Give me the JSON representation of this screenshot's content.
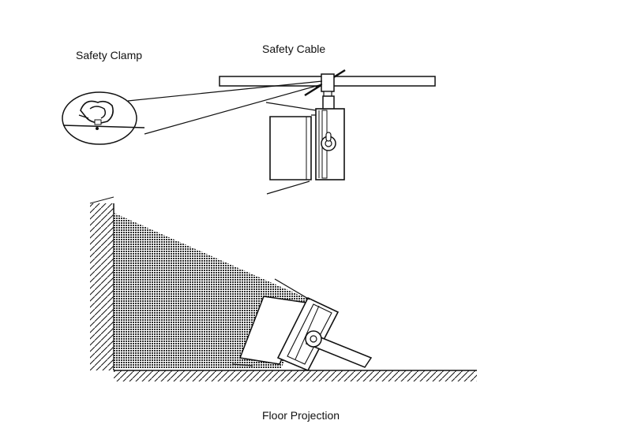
{
  "labels": {
    "safety_clamp": "Safety Clamp",
    "safety_cable": "Safety Cable",
    "floor_projection": "Floor Projection"
  },
  "colors": {
    "ink": "#111111",
    "shade": "#3a3a3a",
    "paper": "#ffffff"
  }
}
